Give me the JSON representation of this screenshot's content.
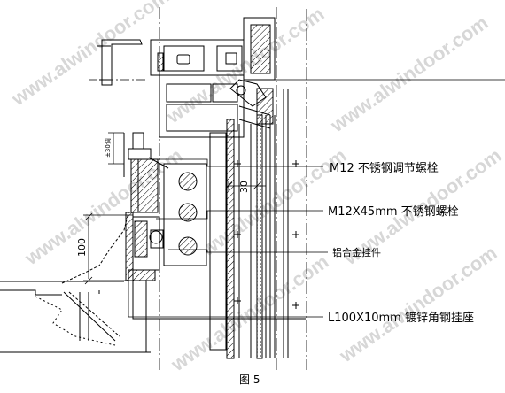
{
  "watermark": "www.alwindoor.com",
  "caption": "图 5",
  "labels": {
    "bolt_adjust": "M12 不锈钢调节螺栓",
    "bolt_m12x45": "M12X45mm 不锈钢螺栓",
    "alu_hanger": "铝合金挂件",
    "angle_steel": "L100X10mm 镀锌角钢挂座"
  },
  "dimensions": {
    "height_100": "100",
    "gap_30": "30",
    "adjust_range": "±30调"
  },
  "colors": {
    "line": "#000000",
    "hatch": "#000000",
    "watermark": "#d7d7d7"
  }
}
